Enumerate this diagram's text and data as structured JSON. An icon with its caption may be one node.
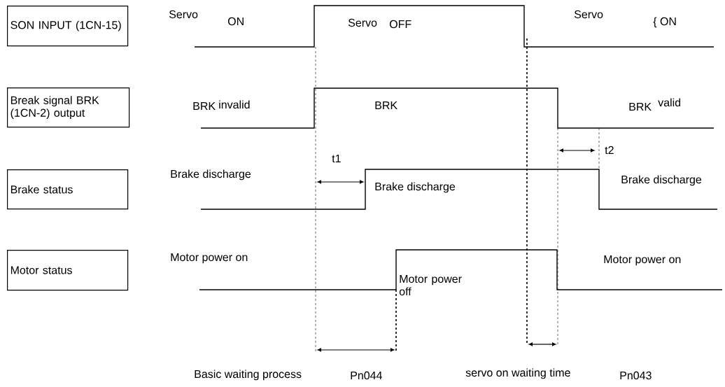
{
  "diagram": {
    "nodes": [
      {
        "text": [
          "SON INPUT (1CN-15)"
        ]
      },
      {
        "text": [
          "Break signal BRK (1CN-2) output"
        ]
      },
      {
        "text": [
          "Brake status"
        ]
      },
      {
        "text": [
          "Motor status"
        ]
      }
    ],
    "labels": [
      "Servo",
      "ON",
      "Servo",
      "OFF",
      "Servo",
      "{ ON",
      "BRK",
      "invalid",
      "BRK",
      "BRK",
      "valid",
      "t1",
      "t2",
      "Brake discharge",
      "Brake discharge",
      "Brake discharge",
      "Motor power on",
      "Motor power off",
      "Motor power on",
      "Basic waiting process",
      "Pn044",
      "servo on waiting time",
      "Pn043"
    ]
  }
}
